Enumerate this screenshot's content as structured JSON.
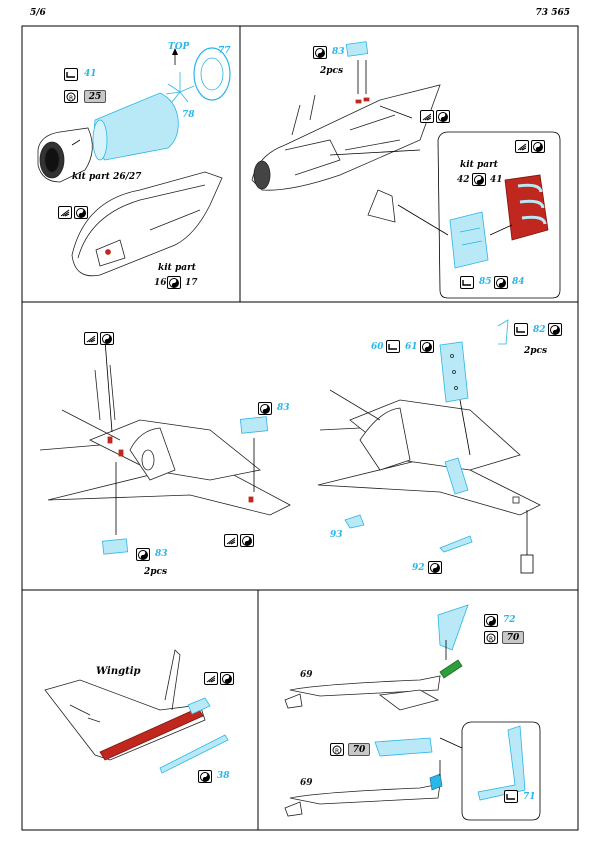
{
  "header": {
    "page": "5/6",
    "set_number": "73 565"
  },
  "panel1": {
    "top_label": "TOP",
    "n77": "77",
    "n78": "78",
    "n41": "41",
    "n25": "25",
    "kit_part_label": "kit part 26/27",
    "kit_part2": "kit part",
    "n16": "16",
    "n17": "17"
  },
  "panel2": {
    "n83": "83",
    "two_pcs": "2pcs",
    "kit_part": "kit part",
    "n42": "42",
    "n41": "41",
    "n85": "85",
    "n84": "84"
  },
  "panel3": {
    "n83a": "83",
    "n83b": "83",
    "two_pcs": "2pcs"
  },
  "panel4": {
    "n60": "60",
    "n61": "61",
    "n82": "82",
    "two_pcs": "2pcs",
    "n93": "93",
    "n92": "92"
  },
  "panel5": {
    "wingtip": "Wingtip",
    "n38": "38"
  },
  "panel6": {
    "n72": "72",
    "n70a": "70",
    "n69a": "69",
    "n70b": "70",
    "n69b": "69",
    "n71": "71"
  },
  "colors": {
    "pe_blue": "#29b6e8",
    "red_part": "#c0271e",
    "green_part": "#2e9e3a",
    "gray_tag": "#c8c8c8"
  }
}
